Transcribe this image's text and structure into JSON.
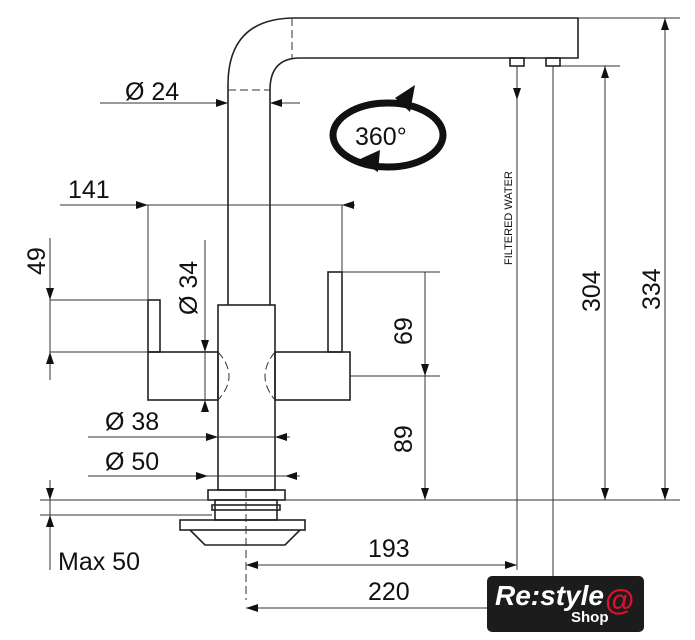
{
  "dimensions": {
    "spout_diameter": "Ø 24",
    "rotation": "360°",
    "handle_span": "141",
    "lever_height": "49",
    "handle_diameter": "Ø 34",
    "handle_to_top": "69",
    "body_diameter": "Ø 38",
    "base_diameter": "Ø 50",
    "handle_height": "89",
    "max_thickness": "Max 50",
    "reach_filtered": "193",
    "reach_total": "220",
    "filtered_label": "FILTERED WATER",
    "outlet_height": "304",
    "total_height": "334"
  },
  "logo": {
    "text": "Re:style",
    "sub": "Shop",
    "accent": "#e0102e"
  }
}
